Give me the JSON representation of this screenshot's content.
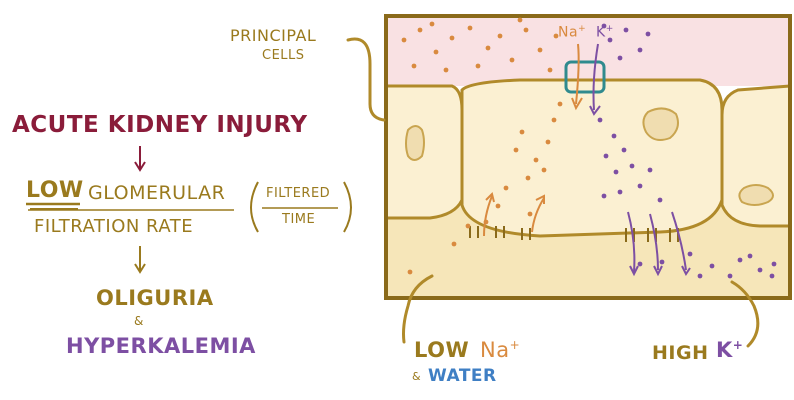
{
  "left_flow": {
    "title": "ACUTE KIDNEY INJURY",
    "low": "LOW",
    "glomerular": "GLOMERULAR",
    "filtration_rate": "FILTRATION RATE",
    "filtered": "FILTERED",
    "time": "TIME",
    "oliguria": "OLIGURIA",
    "amp": "&",
    "hyperkalemia": "HYPERKALEMIA"
  },
  "diagram": {
    "principal_label_1": "PRINCIPAL",
    "principal_label_2": "CELLS",
    "na_label": "Na",
    "na_sup": "+",
    "k_label": "K",
    "k_sup": "+"
  },
  "bottom_labels": {
    "low": "LOW",
    "na": "Na",
    "na_sup": "+",
    "amp": "&",
    "water": "WATER",
    "high": "HIGH",
    "k": "K",
    "k_sup": "+"
  },
  "colors": {
    "maroon": "#8a1c3a",
    "olive": "#9a7a1e",
    "sodium_orange": "#d98a3f",
    "potassium_purple": "#7d4fa3",
    "water_blue": "#3f7fc4",
    "lumen_pink": "#f9e1e3",
    "cell_cream": "#fbf0d2",
    "interstitium": "#f6e6b9",
    "membrane": "#b08a2a",
    "channel_teal": "#2f8a8e"
  },
  "icons": [
    "arrow-down-icon",
    "channel-icon",
    "nucleus-icon"
  ]
}
